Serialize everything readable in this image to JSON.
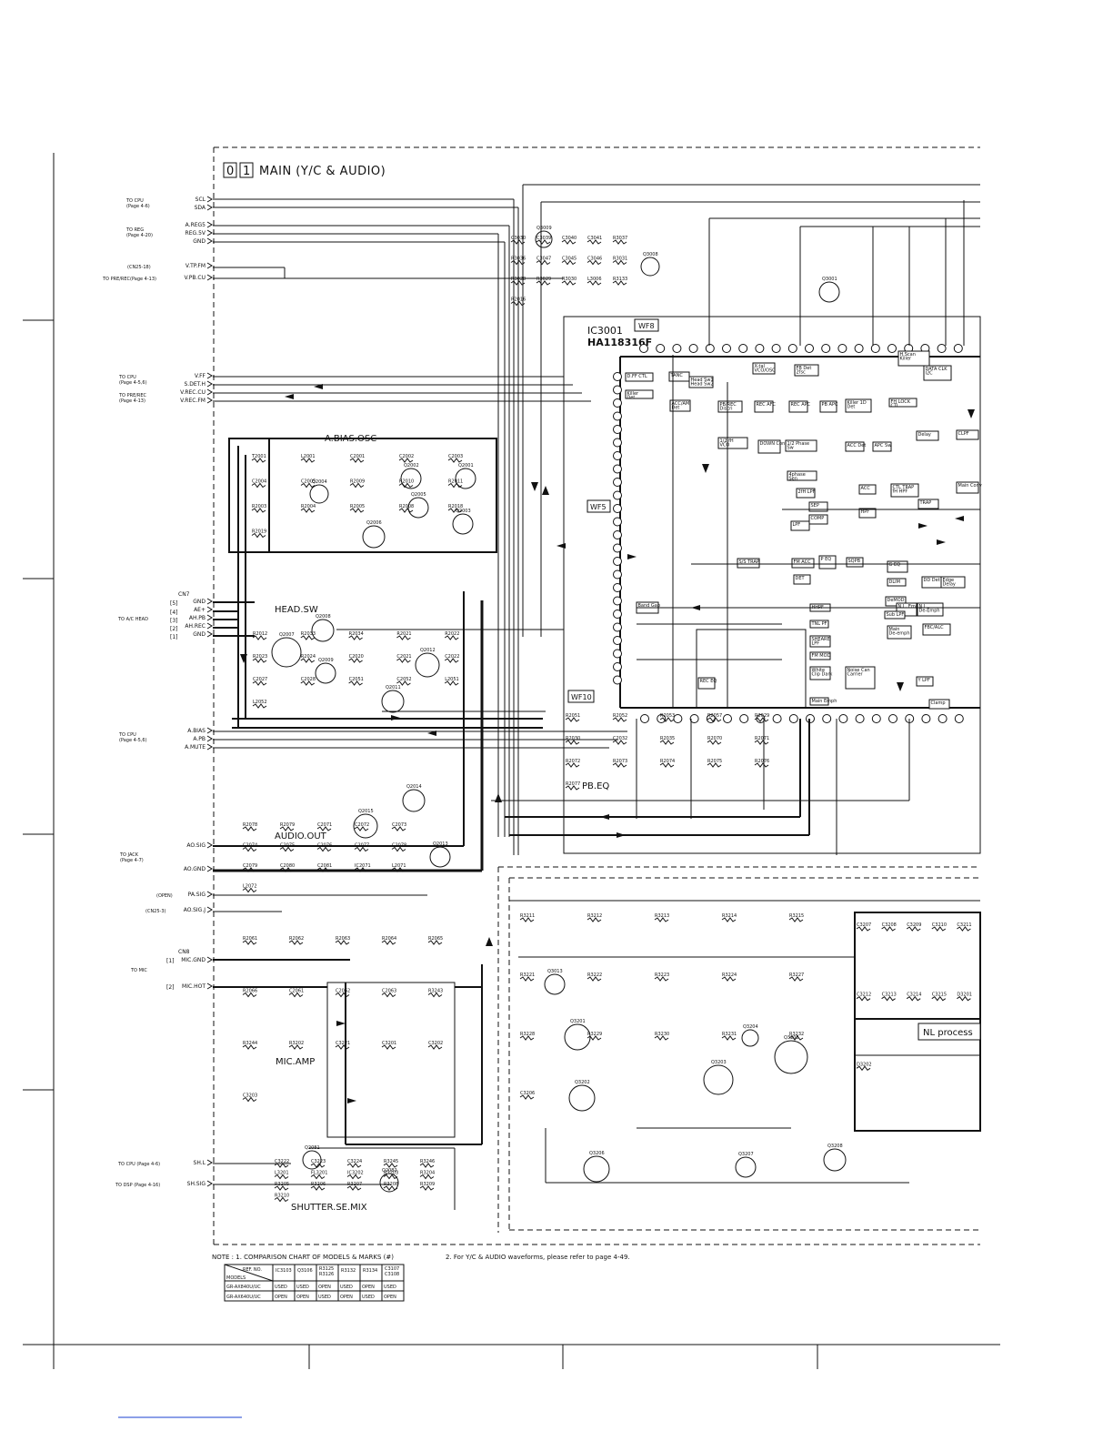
{
  "sheet": {
    "board_index": [
      "0",
      "1"
    ],
    "title": "MAIN (Y/C & AUDIO)"
  },
  "ic": {
    "ref": "IC3001",
    "part": "HA118316F"
  },
  "waveforms": [
    "WF8",
    "WF5",
    "WF10"
  ],
  "sections": {
    "a_bias_osc": "A.BIAS.OSC",
    "head_sw": "HEAD.SW",
    "audio_out": "AUDIO.OUT",
    "mic_amp": "MIC.AMP",
    "shutter": "SHUTTER.SE.MIX",
    "pb_eq": "PB.EQ",
    "nl_process": "NL process"
  },
  "left_connectors": [
    {
      "dest": "TO CPU",
      "page": "(Page 4-6)",
      "signals": [
        "SCL",
        "SDA"
      ]
    },
    {
      "dest": "TO REG",
      "page": "(Page 4-20)",
      "signals": [
        "A.REG5",
        "REG.5V",
        "GND"
      ]
    },
    {
      "dest": "(CN25-18)",
      "page": "",
      "signals": [
        "V.TP.FM"
      ]
    },
    {
      "dest": "TO PRE/REC(Page 4-13)",
      "page": "",
      "signals": [
        "V.PB.CU"
      ]
    },
    {
      "dest": "TO CPU",
      "page": "(Page 4-5,6)",
      "signals": [
        "V.FF",
        "S.DET.H"
      ]
    },
    {
      "dest": "TO PRE/REC",
      "page": "(Page 4-13)",
      "signals": [
        "V.REC.CU",
        "V.REC.FM"
      ]
    },
    {
      "dest": "TO A/C HEAD",
      "page": "",
      "signals": [
        "GND",
        "AE+",
        "AH.PB",
        "AH.REC",
        "GND"
      ]
    },
    {
      "dest": "TO CPU",
      "page": "(Page 4-5,6)",
      "signals": [
        "A.BIAS",
        "A.PB",
        "A.MUTE"
      ]
    },
    {
      "dest": "TO JACK",
      "page": "(Page 4-7)",
      "signals": [
        "AO.SIG",
        "AO.GND"
      ]
    },
    {
      "dest": "(OPEN)",
      "page": "",
      "signals": [
        "PA.SIG"
      ]
    },
    {
      "dest": "(CN25-3)",
      "page": "",
      "signals": [
        "AO.SIG.J"
      ]
    },
    {
      "dest": "TO MIC",
      "page": "",
      "signals": [
        "MIC.GND",
        "MIC.HOT"
      ]
    },
    {
      "dest": "TO CPU (Page 4-6)",
      "page": "",
      "signals": [
        "SH.L"
      ]
    },
    {
      "dest": "TO DSP (Page 4-16)",
      "page": "",
      "signals": [
        "SH.SIG"
      ]
    }
  ],
  "connector_ids": {
    "cn7": "CN7",
    "cn8": "CN8",
    "cn7_pins": [
      "[5]",
      "[4]",
      "[3]",
      "[2]",
      "[1]"
    ],
    "cn8_pins": [
      "[1]",
      "[2]"
    ]
  },
  "ic_blocks": [
    "D.FF CTL",
    "Killer Det",
    "TANC",
    "Head Sw1 Head Sw2",
    "ACC/AM Det",
    "PB/REC Discri",
    "REC AFC",
    "REC APC",
    "PB APC",
    "Killer 1D Det",
    "FH LOCK CTL",
    "H.Scan Killer OUT",
    "DATA CLK I2C Interface",
    "X-tal VCO/OSC",
    "FB Det 2fsc",
    "1/2 fH VCO",
    "DOWN Conv",
    "1/2 Phase Sw",
    "ACC Det",
    "APC Sw",
    "Delay",
    "CLPF",
    "Main Conv",
    "4phase Sen",
    "2fH LPF",
    "ACC",
    "CTL TRAP fH HPF",
    "TRAP",
    "SEP",
    "COMP",
    "HPF",
    "LPF",
    "S/S TRAP",
    "FM ACC",
    "P EQ",
    "SQPB",
    "DET",
    "G EQ",
    "DLIM",
    "DD Det",
    "Edge Delay",
    "DeMOD",
    "N.L. Emph",
    "N.L. De-Emph",
    "Sub LPF",
    "Main De-emph",
    "FBC/ALC",
    "Y LPF",
    "Clamp",
    "Band Gap",
    "HHPF",
    "TNL PF",
    "SHEARE LPF",
    "FM MOD",
    "White Clip Dark Clip",
    "Main Emph",
    "Noise Can Carrier Offset 8.5/0.C",
    "REC EQ"
  ],
  "transistors": [
    "Q3009",
    "Q3008",
    "Q3001",
    "Q2002",
    "Q2001",
    "Q2004",
    "Q2005",
    "Q2006",
    "Q2003",
    "Q2007",
    "Q2008",
    "Q2009",
    "Q2011",
    "Q2012",
    "Q2014",
    "Q2015",
    "Q2013",
    "Q3013",
    "Q3201",
    "Q3202",
    "Q3203",
    "Q3204",
    "Q3205",
    "Q3206",
    "Q3207",
    "Q3208",
    "Q2081",
    "Q2082"
  ],
  "parts_labels": [
    "T2001",
    "L2001",
    "C2001",
    "C2002",
    "C2003",
    "C2004",
    "C2005",
    "R2009",
    "R2010",
    "R2011",
    "R2003",
    "R2004",
    "R2005",
    "R2008",
    "R2018",
    "R2019",
    "C3030",
    "C3039",
    "C3040",
    "C3041",
    "R3037",
    "R3036",
    "C3047",
    "C3045",
    "C3046",
    "R3031",
    "R3028",
    "R3029",
    "R3030",
    "L3006",
    "R3133",
    "R2016",
    "R2012",
    "R2033",
    "R2034",
    "R2021",
    "R2022",
    "R2023",
    "R2024",
    "C2020",
    "C2021",
    "C2022",
    "C2027",
    "C2028",
    "C2051",
    "C2052",
    "L2051",
    "L2052",
    "R2051",
    "R2052",
    "R2053",
    "R2057",
    "R2029",
    "R2030",
    "C2032",
    "R2035",
    "R2070",
    "R2071",
    "R2072",
    "R2073",
    "R2074",
    "R2075",
    "R2076",
    "R2077",
    "R2078",
    "R2079",
    "C2071",
    "C2072",
    "C2073",
    "C2074",
    "C2075",
    "C2076",
    "C2077",
    "C2078",
    "C2079",
    "C2080",
    "C2081",
    "IC2071",
    "L2071",
    "L2072",
    "R2061",
    "R2062",
    "R2063",
    "R2064",
    "R2065",
    "R2066",
    "C2061",
    "C2062",
    "C2063",
    "R3243",
    "R3244",
    "R3202",
    "C3221",
    "C3201",
    "C3202",
    "C3203",
    "C3222",
    "C3223",
    "C3224",
    "R3245",
    "R3246",
    "L3201",
    "FL3201",
    "IC3202",
    "R3203",
    "R3204",
    "R3205",
    "R3206",
    "R3207",
    "R3208",
    "R3209",
    "R3210",
    "R3211",
    "R3212",
    "R3213",
    "R3214",
    "R3215",
    "R3221",
    "R3222",
    "R3223",
    "R3224",
    "R3227",
    "R3228",
    "R3229",
    "R3230",
    "R3231",
    "R3232",
    "C3206",
    "C3207",
    "C3208",
    "C3209",
    "C3210",
    "C3211",
    "C3212",
    "C3213",
    "C3214",
    "C3215",
    "D3201",
    "D3202"
  ],
  "notes": {
    "note1": "NOTE : 1. COMPARISON CHART OF MODELS & MARKS (#)",
    "note2": "2. For Y/C & AUDIO waveforms, please refer to page 4-49."
  },
  "comparison_table": {
    "header": [
      "REF. NO. / MODELS",
      "IC3103",
      "Q3106",
      "R3125 R3126",
      "R3132",
      "R3134",
      "C3107 C3108"
    ],
    "rows": [
      [
        "GR-AX840U/UC",
        "USED",
        "USED",
        "OPEN",
        "USED",
        "OPEN",
        "USED"
      ],
      [
        "GR-AX640U/UC",
        "OPEN",
        "OPEN",
        "USED",
        "OPEN",
        "USED",
        "OPEN"
      ]
    ]
  }
}
